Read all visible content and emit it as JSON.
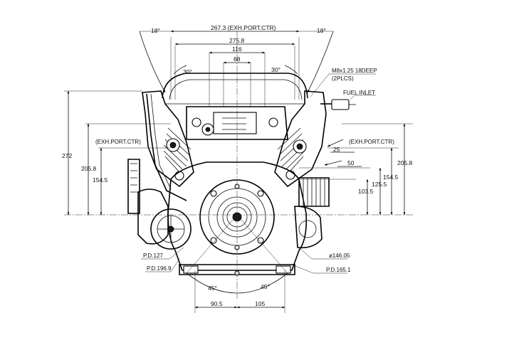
{
  "dimensions": {
    "top_width": "267.3  (EXH.PORT.CTR)",
    "mid_width": "275.8",
    "inner_width_116": "116",
    "inner_width_68": "68",
    "angle_top_left": "18°",
    "angle_top_right": "18°",
    "angle_30_left": "30°",
    "angle_30_right": "30°",
    "height_272": "272",
    "height_left_205_8": "205.8",
    "height_left_154_5": "154.5",
    "height_right_205_8": "205.8",
    "height_right_154_5": "154.5",
    "height_125_5": "125.5",
    "height_103_5": "103.5",
    "offset_25": "25",
    "offset_50": "50",
    "bottom_left_90_5": "90.5",
    "bottom_right_105": "105",
    "angle_bottom_left": "45°",
    "angle_bottom_right": "45°"
  },
  "labels": {
    "exh_port_left": "(EXH.PORT.CTR)",
    "exh_port_right": "(EXH.PORT.CTR)",
    "thread_line1": "M8x1.25 18DEEP",
    "thread_line2": "(2PLCS)",
    "fuel_inlet": "FUEL INLET",
    "pd_127": "P.D.127",
    "pd_196_9": "P.D.196.9",
    "dia_146_05": "ø146.05",
    "pd_165_1": "P.D.165.1"
  }
}
